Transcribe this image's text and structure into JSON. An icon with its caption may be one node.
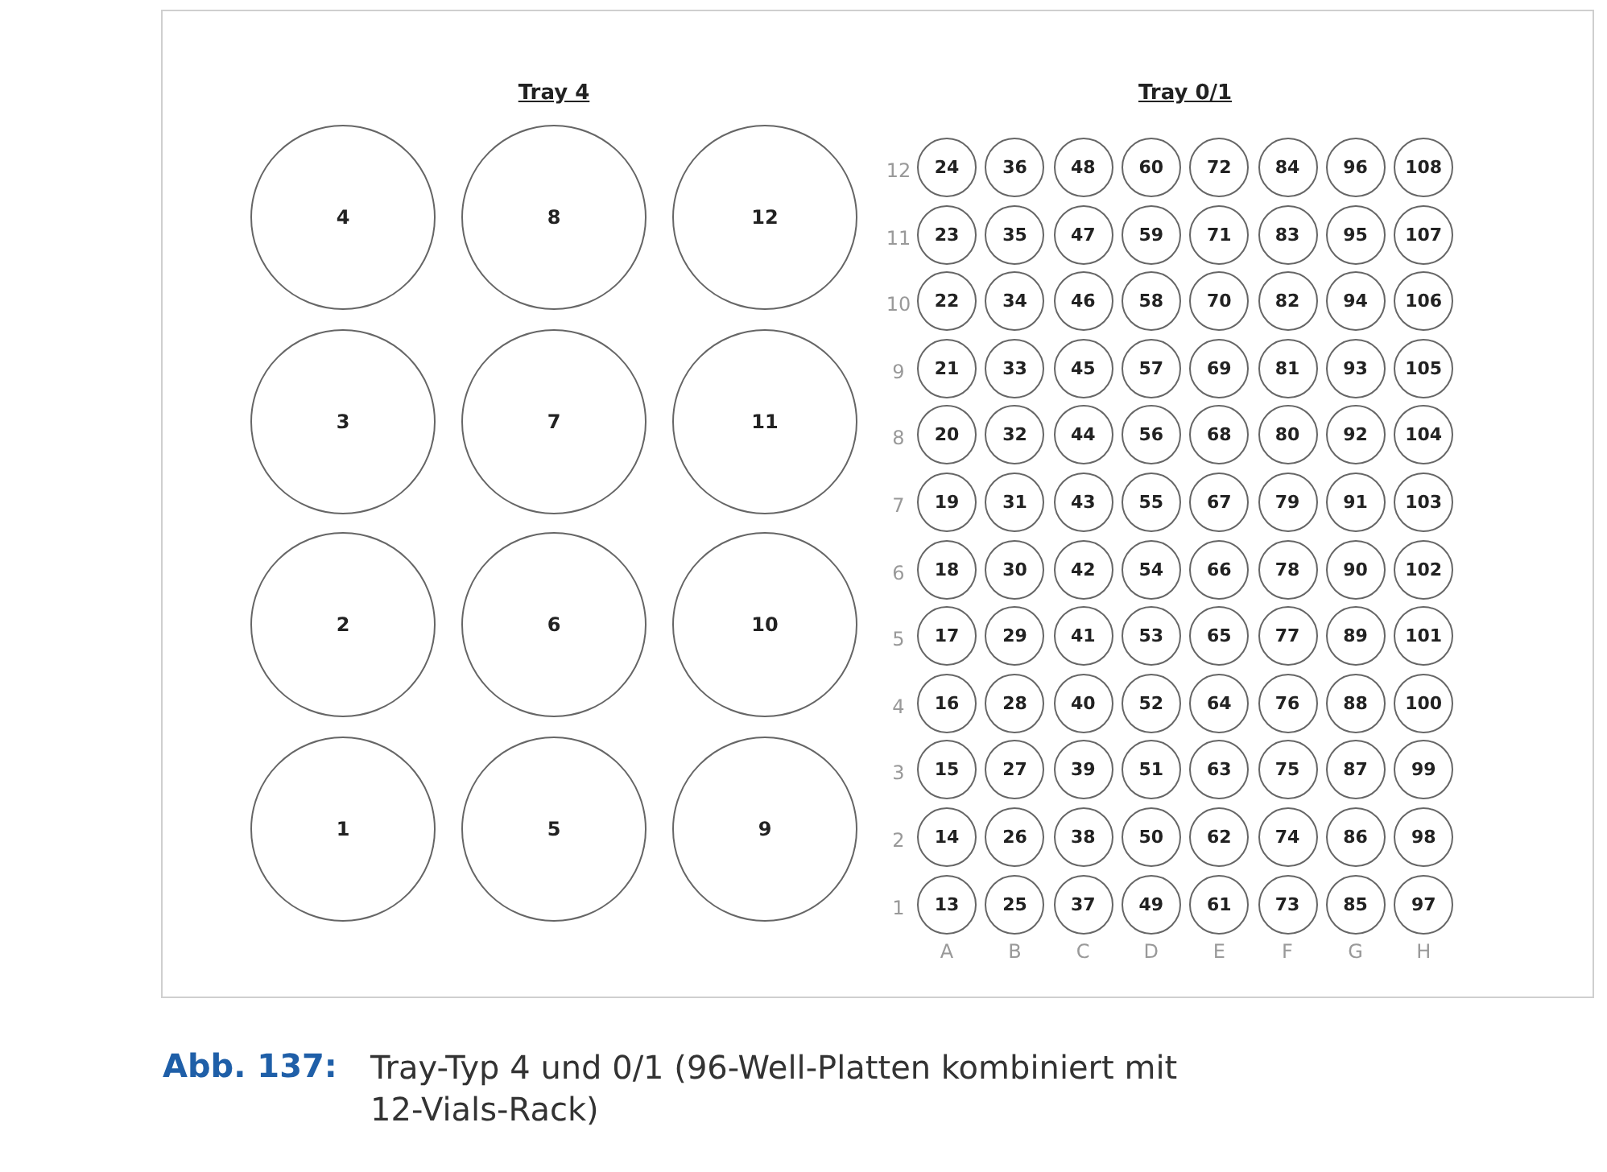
{
  "diagram": {
    "caption": "Abb. 137: Tray-Typ 4 und 0/1 (96-Well-Platten kombiniert mit 12-Vials-Rack)",
    "nodes": [
      {
        "text": [
          "4"
        ]
      },
      {
        "text": [
          "8"
        ]
      },
      {
        "text": [
          "12"
        ]
      },
      {
        "text": [
          "3"
        ]
      },
      {
        "text": [
          "7"
        ]
      },
      {
        "text": [
          "11"
        ]
      },
      {
        "text": [
          "2"
        ]
      },
      {
        "text": [
          "6"
        ]
      },
      {
        "text": [
          "10"
        ]
      },
      {
        "text": [
          "1"
        ]
      },
      {
        "text": [
          "5"
        ]
      },
      {
        "text": [
          "9"
        ]
      },
      {
        "text": [
          "24"
        ]
      },
      {
        "text": [
          "36"
        ]
      },
      {
        "text": [
          "48"
        ]
      },
      {
        "text": [
          "60"
        ]
      },
      {
        "text": [
          "72"
        ]
      },
      {
        "text": [
          "84"
        ]
      },
      {
        "text": [
          "96"
        ]
      },
      {
        "text": [
          "108"
        ]
      },
      {
        "text": [
          "23"
        ]
      },
      {
        "text": [
          "35"
        ]
      },
      {
        "text": [
          "47"
        ]
      },
      {
        "text": [
          "59"
        ]
      },
      {
        "text": [
          "71"
        ]
      },
      {
        "text": [
          "83"
        ]
      },
      {
        "text": [
          "95"
        ]
      },
      {
        "text": [
          "107"
        ]
      },
      {
        "text": [
          "22"
        ]
      },
      {
        "text": [
          "34"
        ]
      },
      {
        "text": [
          "46"
        ]
      },
      {
        "text": [
          "58"
        ]
      },
      {
        "text": [
          "70"
        ]
      },
      {
        "text": [
          "82"
        ]
      },
      {
        "text": [
          "94"
        ]
      },
      {
        "text": [
          "106"
        ]
      },
      {
        "text": [
          "21"
        ]
      },
      {
        "text": [
          "33"
        ]
      },
      {
        "text": [
          "45"
        ]
      },
      {
        "text": [
          "57"
        ]
      },
      {
        "text": [
          "69"
        ]
      },
      {
        "text": [
          "81"
        ]
      },
      {
        "text": [
          "93"
        ]
      },
      {
        "text": [
          "105"
        ]
      },
      {
        "text": [
          "20"
        ]
      },
      {
        "text": [
          "32"
        ]
      },
      {
        "text": [
          "44"
        ]
      },
      {
        "text": [
          "56"
        ]
      },
      {
        "text": [
          "68"
        ]
      },
      {
        "text": [
          "80"
        ]
      },
      {
        "text": [
          "92"
        ]
      },
      {
        "text": [
          "104"
        ]
      },
      {
        "text": [
          "19"
        ]
      },
      {
        "text": [
          "31"
        ]
      },
      {
        "text": [
          "43"
        ]
      },
      {
        "text": [
          "55"
        ]
      },
      {
        "text": [
          "67"
        ]
      },
      {
        "text": [
          "79"
        ]
      },
      {
        "text": [
          "91"
        ]
      },
      {
        "text": [
          "103"
        ]
      },
      {
        "text": [
          "18"
        ]
      },
      {
        "text": [
          "30"
        ]
      },
      {
        "text": [
          "42"
        ]
      },
      {
        "text": [
          "54"
        ]
      },
      {
        "text": [
          "66"
        ]
      },
      {
        "text": [
          "78"
        ]
      },
      {
        "text": [
          "90"
        ]
      },
      {
        "text": [
          "102"
        ]
      },
      {
        "text": [
          "17"
        ]
      },
      {
        "text": [
          "29"
        ]
      },
      {
        "text": [
          "41"
        ]
      },
      {
        "text": [
          "53"
        ]
      },
      {
        "text": [
          "65"
        ]
      },
      {
        "text": [
          "77"
        ]
      },
      {
        "text": [
          "89"
        ]
      },
      {
        "text": [
          "101"
        ]
      },
      {
        "text": [
          "16"
        ]
      },
      {
        "text": [
          "28"
        ]
      },
      {
        "text": [
          "40"
        ]
      },
      {
        "text": [
          "52"
        ]
      },
      {
        "text": [
          "64"
        ]
      },
      {
        "text": [
          "76"
        ]
      },
      {
        "text": [
          "88"
        ]
      },
      {
        "text": [
          "100"
        ]
      },
      {
        "text": [
          "15"
        ]
      },
      {
        "text": [
          "27"
        ]
      },
      {
        "text": [
          "39"
        ]
      },
      {
        "text": [
          "51"
        ]
      },
      {
        "text": [
          "63"
        ]
      },
      {
        "text": [
          "75"
        ]
      },
      {
        "text": [
          "87"
        ]
      },
      {
        "text": [
          "99"
        ]
      },
      {
        "text": [
          "14"
        ]
      },
      {
        "text": [
          "26"
        ]
      },
      {
        "text": [
          "38"
        ]
      },
      {
        "text": [
          "50"
        ]
      },
      {
        "text": [
          "62"
        ]
      },
      {
        "text": [
          "74"
        ]
      },
      {
        "text": [
          "86"
        ]
      },
      {
        "text": [
          "98"
        ]
      },
      {
        "text": [
          "13"
        ]
      },
      {
        "text": [
          "25"
        ]
      },
      {
        "text": [
          "37"
        ]
      },
      {
        "text": [
          "49"
        ]
      },
      {
        "text": [
          "61"
        ]
      },
      {
        "text": [
          "73"
        ]
      },
      {
        "text": [
          "85"
        ]
      },
      {
        "text": [
          "97"
        ]
      }
    ],
    "labels": [
      "Tray 4",
      "Tray 0/1",
      "12",
      "11",
      "10",
      "9",
      "8",
      "7",
      "6",
      "5",
      "4",
      "3",
      "2",
      "1",
      "A",
      "B",
      "C",
      "D",
      "E",
      "F",
      "G",
      "H"
    ]
  }
}
